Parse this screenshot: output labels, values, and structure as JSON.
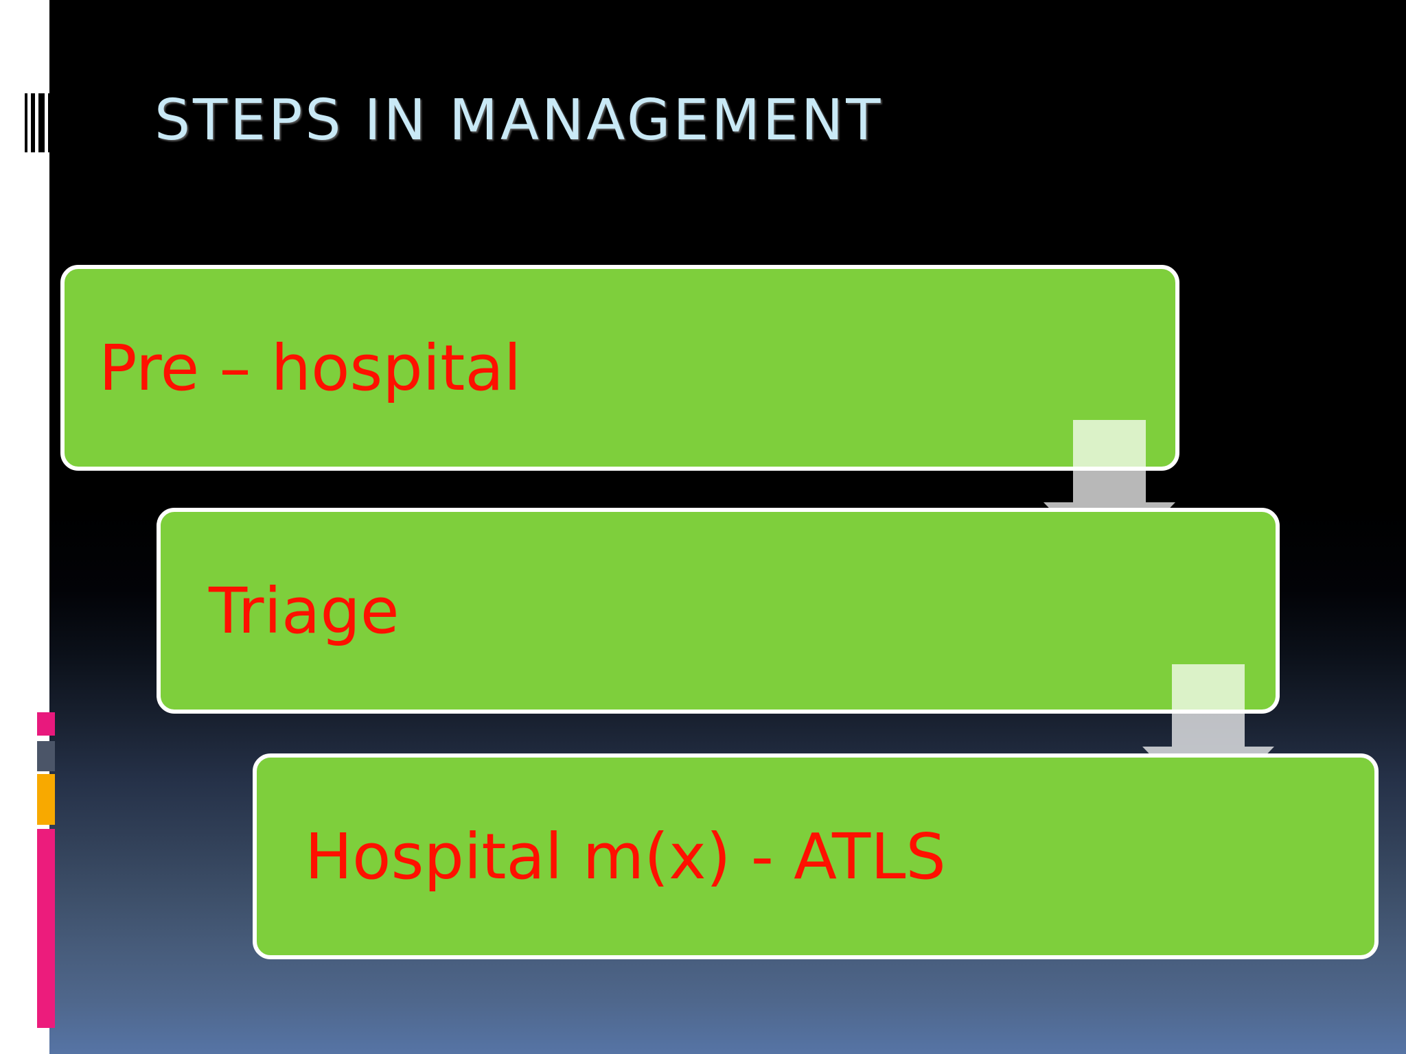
{
  "slide": {
    "title": "STEPS IN MANAGEMENT",
    "title_color": "#C9E9F6",
    "background_top_color": "#000000",
    "background_bottom_color": "#5674A5"
  },
  "title_icon": {
    "name": "striped-bar-icon",
    "bars": [
      "bar-1",
      "bar-2",
      "bar-3",
      "bar-4"
    ]
  },
  "left_strip": {
    "background_color": "#FFFFFF",
    "decorations": [
      {
        "name": "pink-small-block",
        "color": "#E8197D"
      },
      {
        "name": "slate-block",
        "color": "#4B5568"
      },
      {
        "name": "amber-block",
        "color": "#F8A900"
      },
      {
        "name": "pink-long-bar",
        "color": "#EC1C7C"
      }
    ]
  },
  "process": {
    "box_fill_color": "#7ECF3C",
    "box_border_color": "#FFFFFF",
    "text_color": "#FF1000",
    "steps": [
      {
        "label": "Pre – hospital"
      },
      {
        "label": "Triage"
      },
      {
        "label": "Hospital m(x) - ATLS"
      }
    ],
    "connectors": [
      {
        "name": "down-arrow-1",
        "from": "Pre – hospital",
        "to": "Triage"
      },
      {
        "name": "down-arrow-2",
        "from": "Triage",
        "to": "Hospital m(x) - ATLS"
      }
    ]
  }
}
